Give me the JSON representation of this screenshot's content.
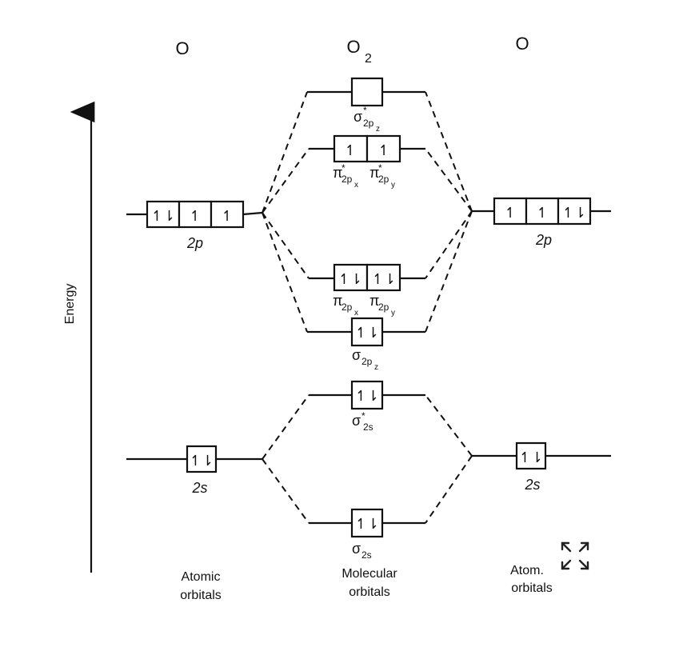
{
  "headers": {
    "left_atom": "O",
    "molecule": "O",
    "molecule_sub": "2",
    "right_atom": "O"
  },
  "axis": {
    "label": "Energy"
  },
  "atomic_orbitals": {
    "left_2p": {
      "label": "2p",
      "electrons": [
        "↿⇂",
        "↿",
        "↿"
      ]
    },
    "right_2p": {
      "label": "2p",
      "electrons": [
        "↿",
        "↿",
        "↿⇂"
      ]
    },
    "left_2s": {
      "label": "2s",
      "electrons": [
        "↿⇂"
      ]
    },
    "right_2s": {
      "label": "2s",
      "electrons": [
        "↿⇂"
      ]
    }
  },
  "molecular_orbitals": {
    "sigma_star_2pz": {
      "symbol": "σ",
      "star": "*",
      "sub": "2p",
      "subsub": "z",
      "electrons": [
        ""
      ]
    },
    "pi_star_2p": {
      "labels": [
        {
          "symbol": "π",
          "star": "*",
          "sub": "2p",
          "subsub": "x"
        },
        {
          "symbol": "π",
          "star": "*",
          "sub": "2p",
          "subsub": "y"
        }
      ],
      "electrons": [
        "↿",
        "↿"
      ]
    },
    "pi_2p": {
      "labels": [
        {
          "symbol": "π",
          "sub": "2p",
          "subsub": "x"
        },
        {
          "symbol": "π",
          "sub": "2p",
          "subsub": "y"
        }
      ],
      "electrons": [
        "↿⇂",
        "↿⇂"
      ]
    },
    "sigma_2pz": {
      "symbol": "σ",
      "sub": "2p",
      "subsub": "z",
      "electrons": [
        "↿⇂"
      ]
    },
    "sigma_star_2s": {
      "symbol": "σ",
      "star": "*",
      "sub": "2s",
      "electrons": [
        "↿⇂"
      ]
    },
    "sigma_2s": {
      "symbol": "σ",
      "sub": "2s",
      "electrons": [
        "↿⇂"
      ]
    }
  },
  "columns": {
    "left": [
      "Atomic",
      "orbitals"
    ],
    "middle": [
      "Molecular",
      "orbitals"
    ],
    "right": [
      "Atom.",
      "orbitals"
    ]
  },
  "controls": {
    "expand_icon": "expand-icon"
  }
}
